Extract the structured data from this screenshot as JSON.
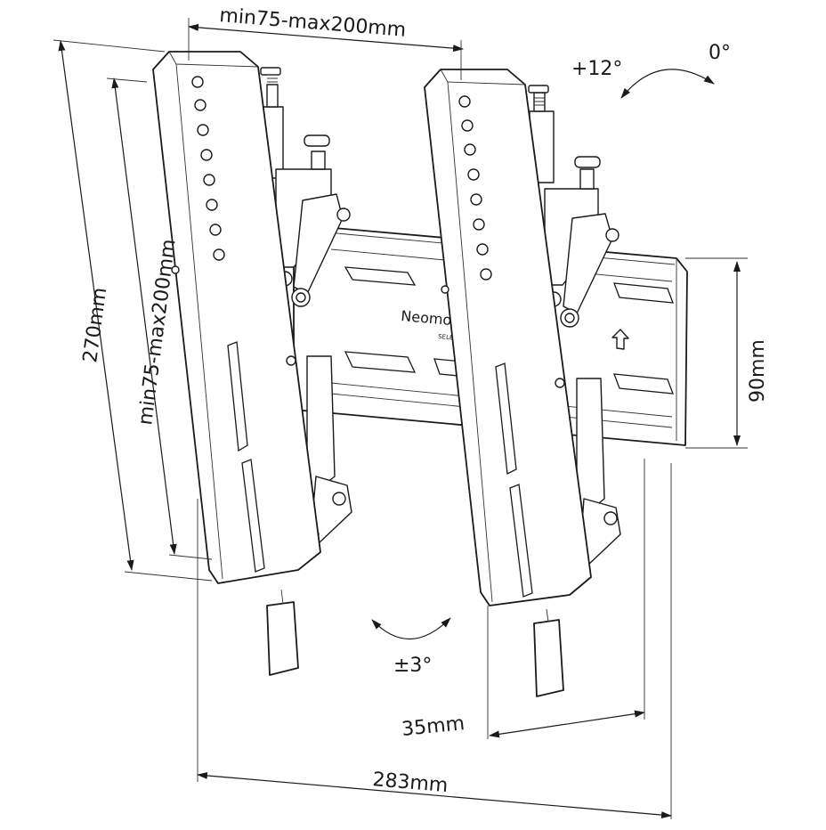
{
  "dimensions": {
    "top_width": "min75-max200mm",
    "left_height": "270mm",
    "inner_height": "min75-max200mm",
    "rail_height": "90mm",
    "depth": "35mm",
    "total_width": "283mm"
  },
  "tilt": {
    "upper_positive": "+12°",
    "upper_zero": "0°",
    "swivel": "±3°"
  },
  "brand": {
    "logo_text": "Neomounts",
    "logo_sub": "SELECT"
  },
  "colors": {
    "line": "#1a1a1a",
    "background": "#ffffff"
  }
}
